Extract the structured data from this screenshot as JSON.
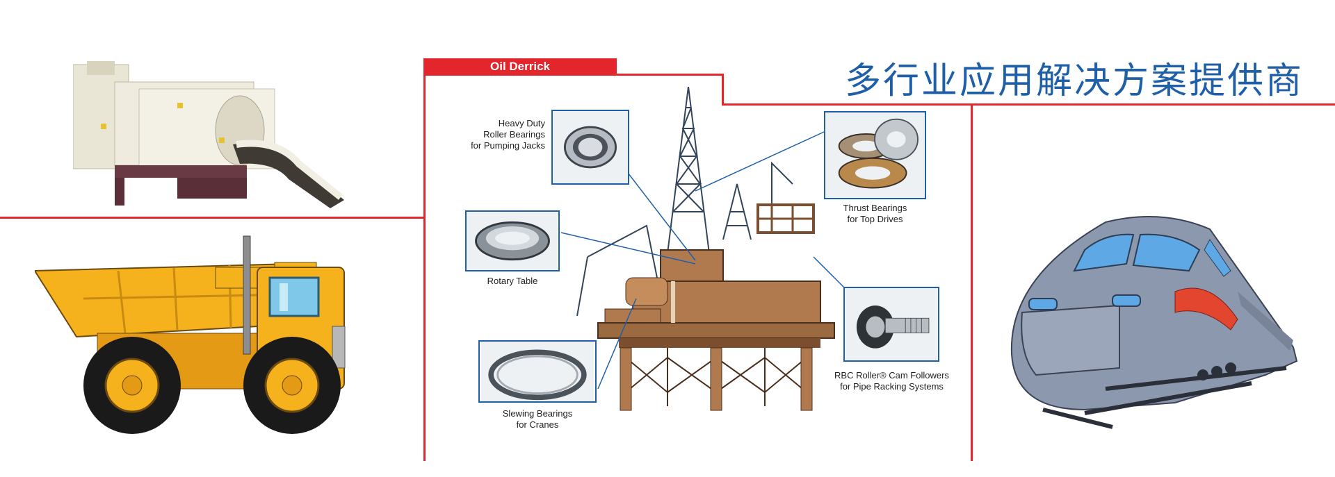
{
  "headline": "多行业应用解决方案提供商",
  "tab_label": "Oil Derrick",
  "callouts": {
    "pumping_jacks": [
      "Heavy Duty",
      "Roller Bearings",
      "for Pumping Jacks"
    ],
    "rotary_table": [
      "Rotary Table"
    ],
    "slewing": [
      "Slewing Bearings",
      "for Cranes"
    ],
    "thrust": [
      "Thrust Bearings",
      "for Top Drives"
    ],
    "cam_followers": [
      "RBC Roller® Cam Followers",
      "for Pipe Racking Systems"
    ]
  },
  "colors": {
    "accent_red": "#e3262b",
    "headline_blue": "#1f5fa8",
    "truck_yellow": "#f5b21c",
    "platform_brown": "#b07a4e",
    "train_gray": "#8c98ad"
  }
}
